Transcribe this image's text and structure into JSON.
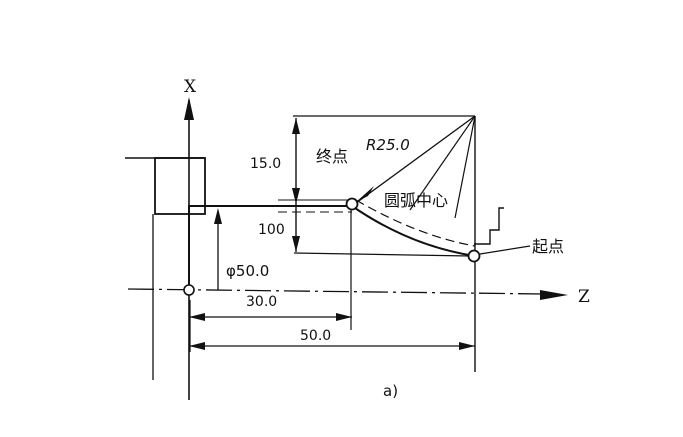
{
  "diagram": {
    "axis_x_label": "X",
    "axis_z_label": "Z",
    "end_point_label": "终点",
    "start_point_label": "起点",
    "arc_center_label": "圆弧中心",
    "radius_label": "R25.0",
    "dim_top": "15.0",
    "dim_mid": "100",
    "diameter_label": "φ50.0",
    "dim_30": "30.0",
    "dim_50": "50.0",
    "caption": "a)"
  },
  "colors": {
    "ink": "#111111",
    "background": "#ffffff"
  }
}
